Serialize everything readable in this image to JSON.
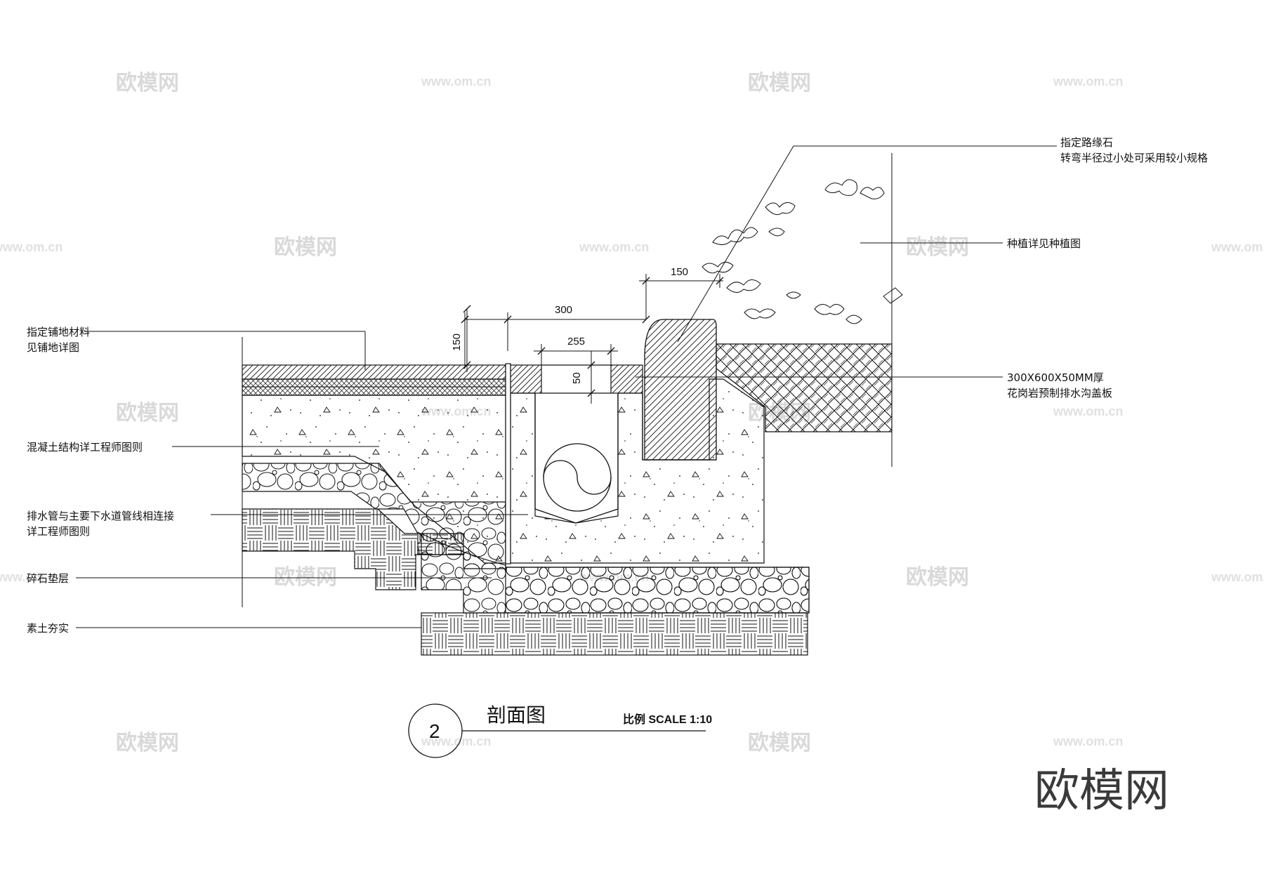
{
  "callouts": {
    "curb_stone_line1": "指定路缘石",
    "curb_stone_line2": "转弯半径过小处可采用较小规格",
    "planting": "种植详见种植图",
    "cover_plate_line1": "300X600X50MM厚",
    "cover_plate_line2": "花岗岩预制排水沟盖板",
    "paving_line1": "指定铺地材料",
    "paving_line2": "见铺地详图",
    "concrete": "混凝土结构详工程师图则",
    "drain_pipe_line1": "排水管与主要下水道管线相连接",
    "drain_pipe_line2": "详工程师图则",
    "gravel_bed": "碎石垫层",
    "compacted_soil": "素土夯实"
  },
  "dimensions": {
    "d150_top": "150",
    "d300": "300",
    "d255": "255",
    "d150_vertical": "150",
    "d50": "50"
  },
  "title_block": {
    "number": "2",
    "title": "剖面图",
    "scale": "比例 SCALE 1:10"
  },
  "watermark": {
    "brand": "欧模网",
    "url": "www.om.cn"
  }
}
